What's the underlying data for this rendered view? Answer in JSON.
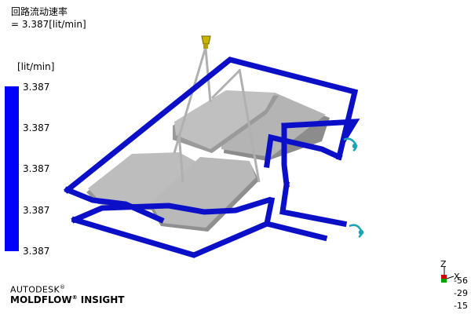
{
  "result": {
    "title": "回路流动速率",
    "value_line": "= 3.387[lit/min]"
  },
  "legend": {
    "unit": "[lit/min]",
    "color": "#0000ff",
    "labels": [
      "3.387",
      "3.387",
      "3.387",
      "3.387",
      "3.387"
    ]
  },
  "model": {
    "pipe_color": "#0b10c8",
    "part_color": "#a7a7a7",
    "fitting_color": "#18a6b5"
  },
  "branding": {
    "line1": "AUTODESK",
    "line1_mark": "®",
    "line2": "MOLDFLOW",
    "line2_suffix": "INSIGHT",
    "line2_mark": "®"
  },
  "triad": {
    "axis_z": "Z",
    "axis_x": "X",
    "coords": [
      "-56",
      "-29",
      "-15"
    ]
  }
}
